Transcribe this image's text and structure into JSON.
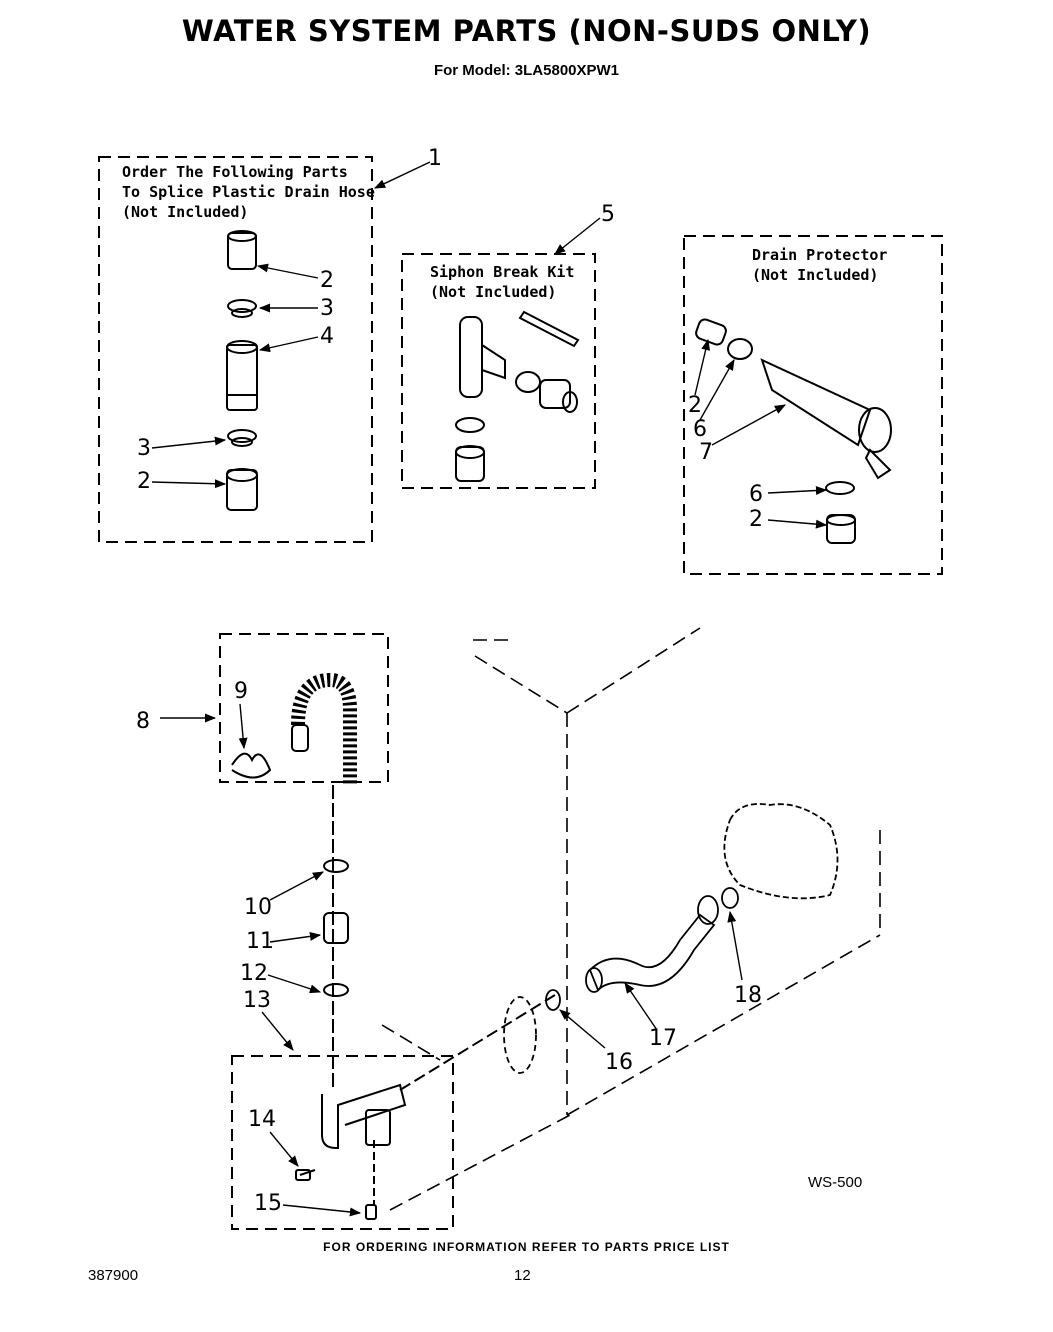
{
  "header": {
    "title": "WATER SYSTEM PARTS  (NON-SUDS ONLY)",
    "model_line": "For Model: 3LA5800XPW1"
  },
  "groups": {
    "splice_kit": {
      "lines": [
        "Order The Following Parts",
        "To Splice Plastic Drain Hose",
        "(Not Included)"
      ]
    },
    "siphon_kit": {
      "lines": [
        "Siphon Break Kit",
        "(Not Included)"
      ]
    },
    "drain_protector": {
      "lines": [
        "Drain Protector",
        "(Not Included)"
      ]
    }
  },
  "callouts": {
    "c1": "1",
    "c2a": "2",
    "c3a": "3",
    "c4": "4",
    "c3b": "3",
    "c2b": "2",
    "c5": "5",
    "c2c": "2",
    "c6a": "6",
    "c7": "7",
    "c6b": "6",
    "c2d": "2",
    "c8": "8",
    "c9": "9",
    "c10": "10",
    "c11": "11",
    "c12": "12",
    "c13": "13",
    "c14": "14",
    "c15": "15",
    "c16": "16",
    "c17": "17",
    "c18": "18"
  },
  "diagram_code": "WS-500",
  "footer": {
    "note": "FOR ORDERING INFORMATION REFER TO PARTS PRICE LIST",
    "doc_number": "387900",
    "page_number": "12"
  }
}
